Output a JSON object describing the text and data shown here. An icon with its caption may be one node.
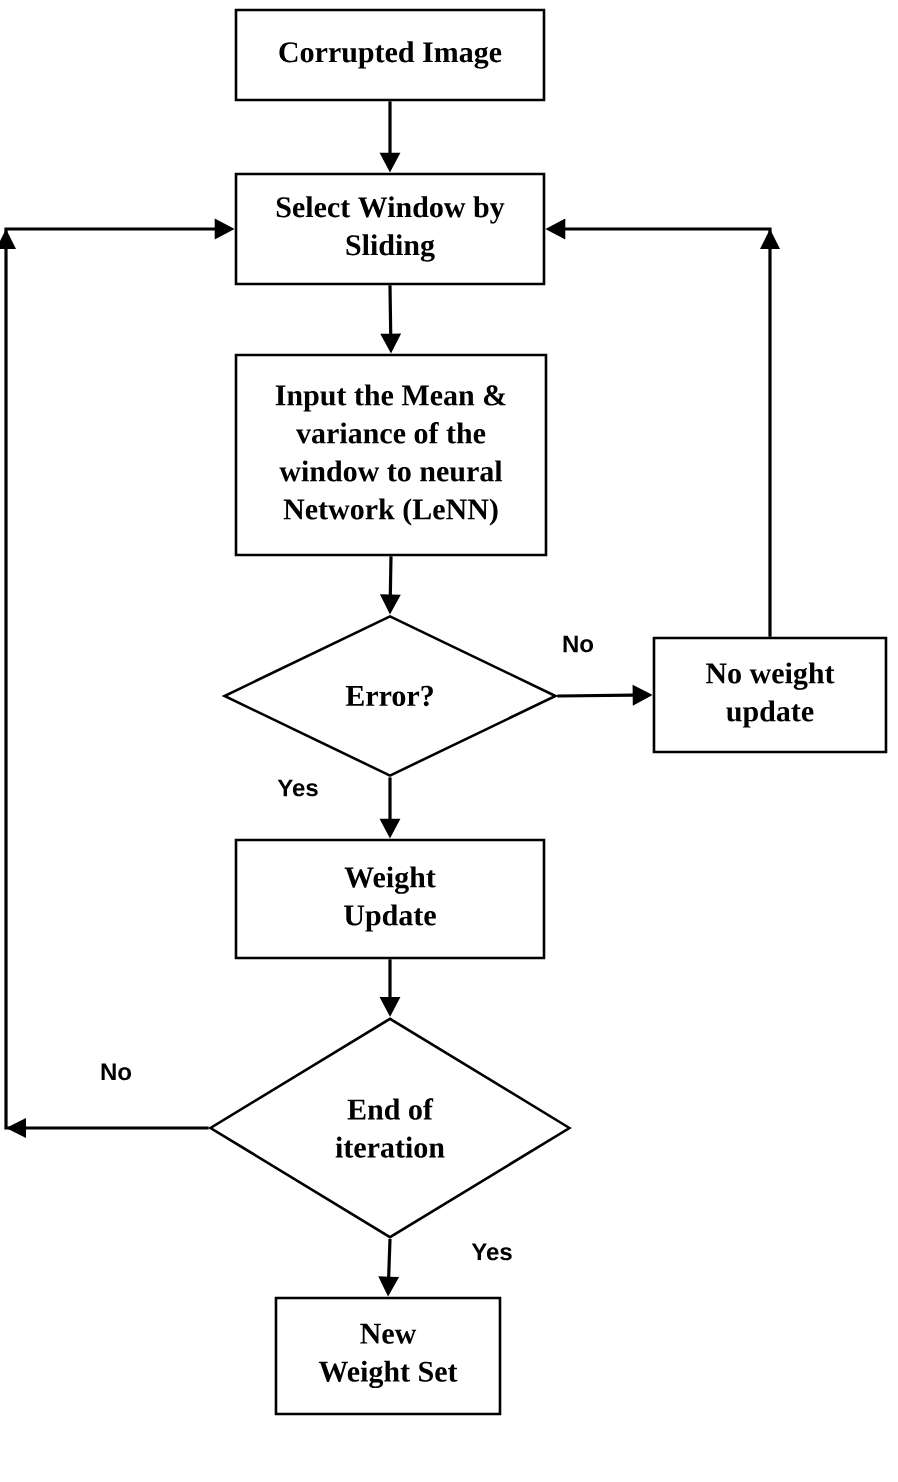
{
  "diagram": {
    "nodes": [
      {
        "text": [
          "Corrupted Image"
        ]
      },
      {
        "text": [
          "Select Window by Sliding"
        ]
      },
      {
        "text": [
          "Input the Mean & variance of the window to neural Network (LeNN)"
        ]
      },
      {
        "text": [
          "Error?"
        ]
      },
      {
        "text": [
          "No weight update"
        ]
      },
      {
        "text": [
          "Weight Update"
        ]
      },
      {
        "text": [
          "End of iteration"
        ]
      },
      {
        "text": [
          "New Weight Set"
        ]
      }
    ],
    "edges": [
      {
        "from": 0,
        "to": 1,
        "arrow": "to"
      },
      {
        "from": 1,
        "to": 2,
        "arrow": "to"
      },
      {
        "from": 2,
        "to": 3,
        "arrow": "to"
      },
      {
        "from": 3,
        "to": 4,
        "arrow": "to",
        "label": "No"
      },
      {
        "from": 4,
        "to": 1,
        "arrow": "to"
      },
      {
        "from": 3,
        "to": 5,
        "arrow": "to",
        "label": "Yes"
      },
      {
        "from": 5,
        "to": 6,
        "arrow": "to"
      },
      {
        "from": 6,
        "to": 1,
        "arrow": "to",
        "label": "No"
      },
      {
        "from": 6,
        "to": 7,
        "arrow": "to",
        "label": "Yes"
      }
    ]
  }
}
